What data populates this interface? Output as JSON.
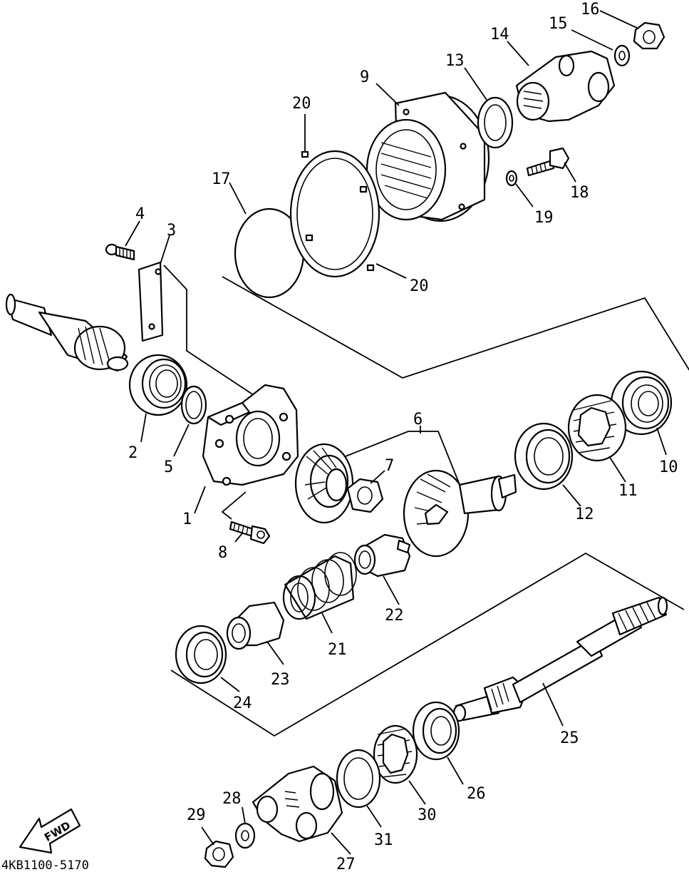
{
  "diagram": {
    "drawing_code": "4KB1100-5170",
    "direction_arrow_label": "FWD",
    "callouts": {
      "p1": "1",
      "p2": "2",
      "p3": "3",
      "p4": "4",
      "p5": "5",
      "p6": "6",
      "p7": "7",
      "p8": "8",
      "p9": "9",
      "p10": "10",
      "p11": "11",
      "p12": "12",
      "p13": "13",
      "p14": "14",
      "p15": "15",
      "p16": "16",
      "p17": "17",
      "p18": "18",
      "p19": "19",
      "p20a": "20",
      "p20b": "20",
      "p21": "21",
      "p22": "22",
      "p23": "23",
      "p24": "24",
      "p25": "25",
      "p26": "26",
      "p27": "27",
      "p28": "28",
      "p29": "29",
      "p30": "30",
      "p31": "31"
    }
  }
}
